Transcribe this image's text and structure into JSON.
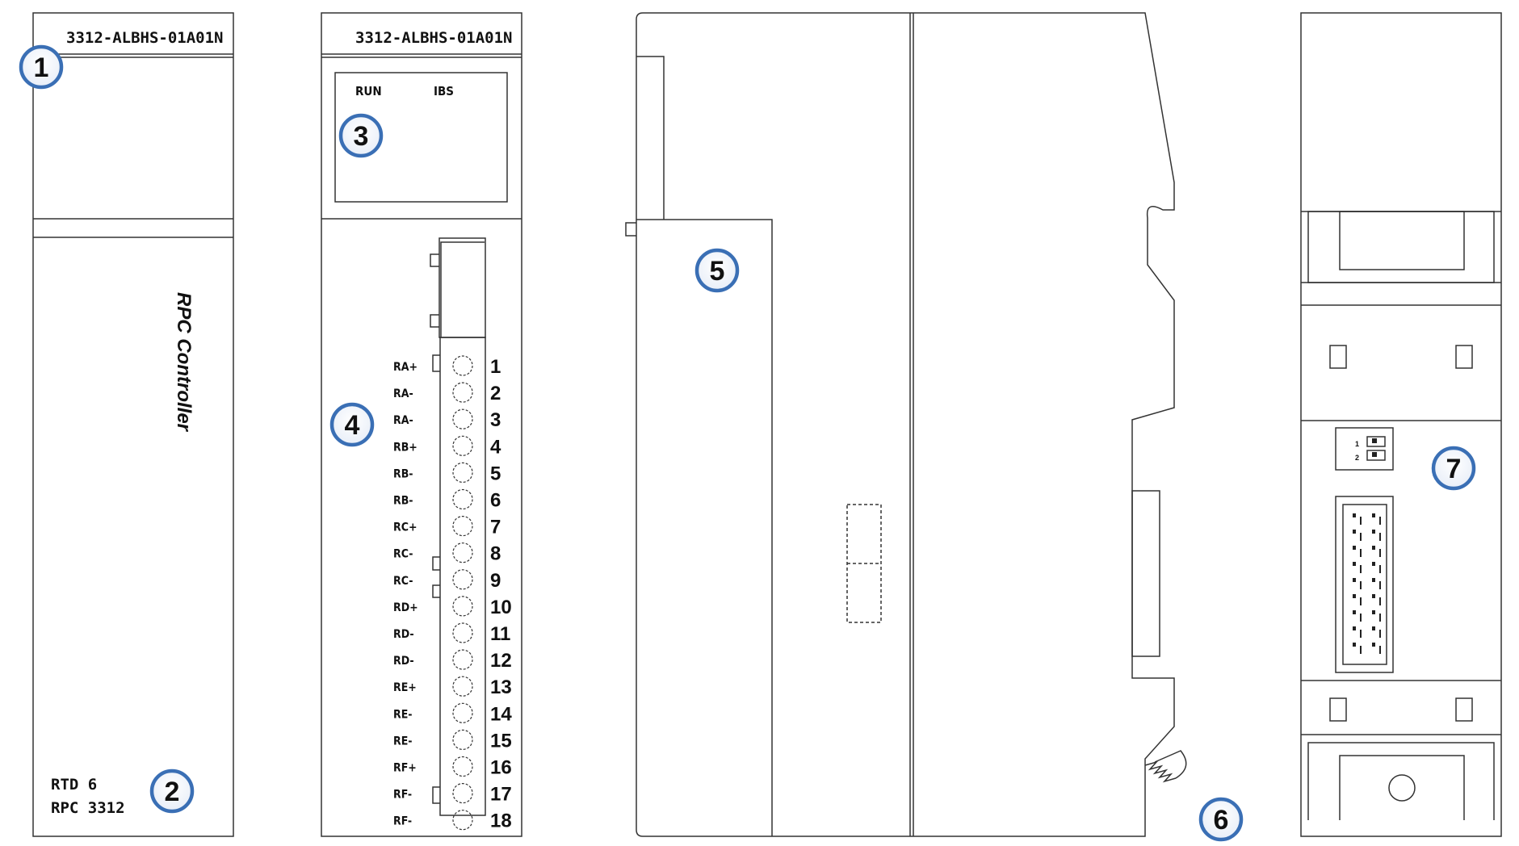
{
  "front_panel": {
    "model": "3312-ALBHS-01A01N",
    "product_name": "RPC Controller",
    "bottom_line1": "RTD 6",
    "bottom_line2": "RPC 3312"
  },
  "terminal_panel": {
    "model": "3312-ALBHS-01A01N",
    "led_run": "RUN",
    "led_ibs": "IBS",
    "terminals": [
      {
        "label": "RA+",
        "num": "1"
      },
      {
        "label": "RA-",
        "num": "2"
      },
      {
        "label": "RA-",
        "num": "3"
      },
      {
        "label": "RB+",
        "num": "4"
      },
      {
        "label": "RB-",
        "num": "5"
      },
      {
        "label": "RB-",
        "num": "6"
      },
      {
        "label": "RC+",
        "num": "7"
      },
      {
        "label": "RC-",
        "num": "8"
      },
      {
        "label": "RC-",
        "num": "9"
      },
      {
        "label": "RD+",
        "num": "10"
      },
      {
        "label": "RD-",
        "num": "11"
      },
      {
        "label": "RD-",
        "num": "12"
      },
      {
        "label": "RE+",
        "num": "13"
      },
      {
        "label": "RE-",
        "num": "14"
      },
      {
        "label": "RE-",
        "num": "15"
      },
      {
        "label": "RF+",
        "num": "16"
      },
      {
        "label": "RF-",
        "num": "17"
      },
      {
        "label": "RF-",
        "num": "18"
      }
    ]
  },
  "callouts": [
    "1",
    "2",
    "3",
    "4",
    "5",
    "6",
    "7"
  ],
  "dip_switch": {
    "pos1": "1",
    "pos2": "2"
  },
  "colors": {
    "badge_ring": "#3a6fb5",
    "badge_fill": "#ffffff",
    "line": "#333333"
  }
}
